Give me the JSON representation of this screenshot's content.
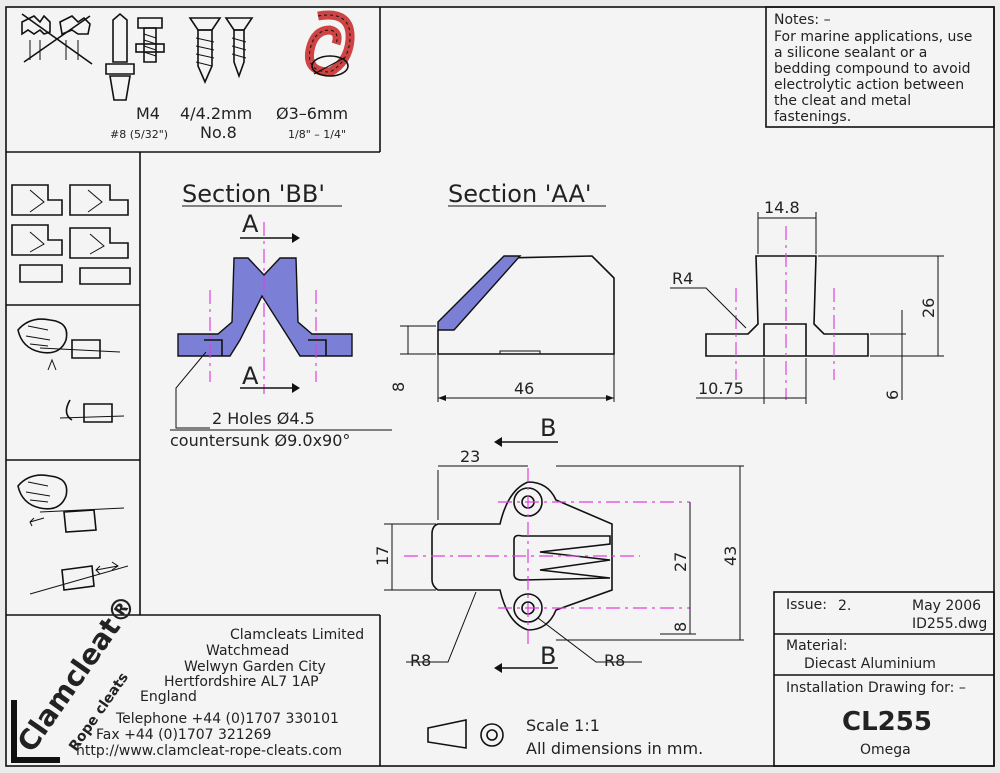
{
  "fasteners": {
    "rivet_label": "M4",
    "rivet_sub": "#8 (5/32\")",
    "screw_label": "4/4.2mm",
    "screw_sub": "No.8",
    "rope_label": "Ø3–6mm",
    "rope_sub": "1/8\" – 1/4\""
  },
  "notes": {
    "heading": "Notes: –",
    "lines": [
      "For marine applications, use",
      "a silicone sealant or a",
      "bedding compound to avoid",
      "electrolytic action between",
      "the cleat and metal",
      "fastenings."
    ]
  },
  "sections": {
    "bb_title": "Section 'BB'",
    "aa_title": "Section 'AA'",
    "cut_a": "A",
    "cut_b": "B",
    "holes_line1": "2 Holes Ø4.5",
    "holes_line2": "countersunk Ø9.0x90°"
  },
  "dims": {
    "width_top": "14.8",
    "radius_r4": "R4",
    "height_26": "26",
    "base_6": "6",
    "base_width": "10.75",
    "height_8": "8",
    "length_46": "46",
    "offset_23": "23",
    "slot_17": "17",
    "holes_27": "27",
    "overall_43": "43",
    "hole_8": "8",
    "r8_left": "R8",
    "r8_right": "R8"
  },
  "company": {
    "logo": "Clamcleat®",
    "logo_sub": "Rope cleats",
    "lines": [
      "Clamcleats Limited",
      "Watchmead",
      "Welwyn Garden City",
      "Hertfordshire AL7 1AP",
      "England"
    ],
    "phone": "Telephone +44 (0)1707 330101",
    "fax": "Fax +44 (0)1707 321269",
    "url": "http://www.clamcleat-rope-cleats.com"
  },
  "scale": {
    "label": "Scale 1:1",
    "units": "All dimensions in mm."
  },
  "title_block": {
    "issue_label": "Issue:",
    "issue": "2.",
    "date": "May 2006",
    "file": "ID255.dwg",
    "material_label": "Material:",
    "material": "Diecast Aluminium",
    "drawing_for": "Installation Drawing for: –",
    "part": "CL255",
    "name": "Omega"
  }
}
